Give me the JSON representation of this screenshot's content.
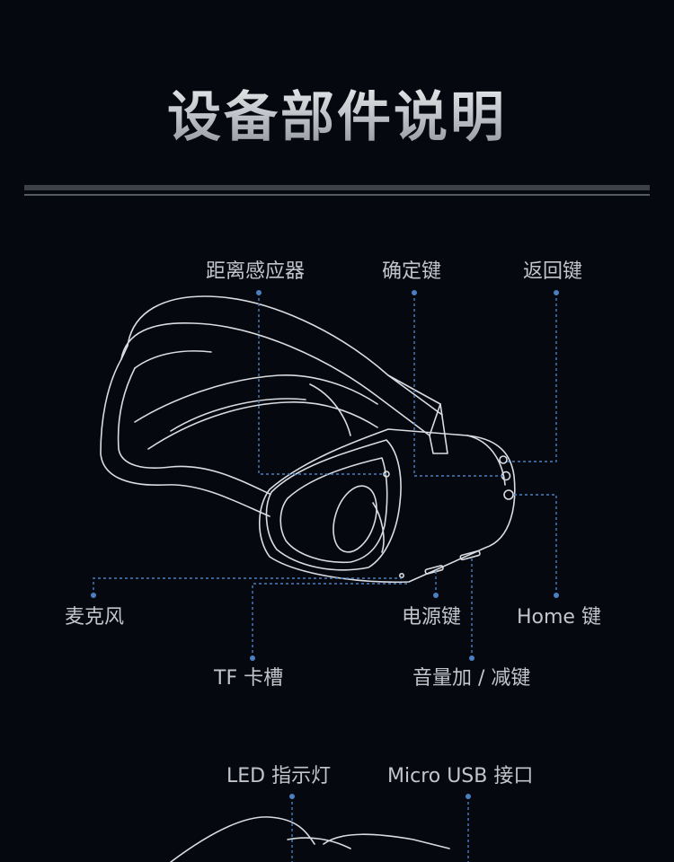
{
  "title": "设备部件说明",
  "labels": {
    "proximity_sensor": "距离感应器",
    "confirm_key": "确定键",
    "back_key": "返回键",
    "microphone": "麦克风",
    "power_key": "电源键",
    "home_key": "Home 键",
    "tf_slot": "TF 卡槽",
    "volume_key": "音量加 / 减键",
    "led_indicator": "LED 指示灯",
    "micro_usb": "Micro USB 接口"
  },
  "colors": {
    "background": "#05080e",
    "line_art": "#d9dce0",
    "leader": "#4a7fc0",
    "label_text": "#c2c5ca"
  }
}
